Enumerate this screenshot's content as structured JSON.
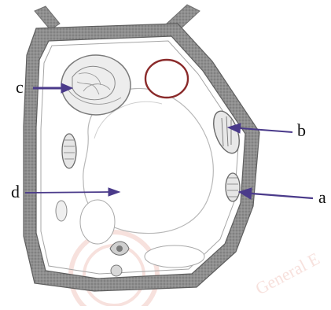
{
  "diagram": {
    "labels": {
      "a": "a",
      "b": "b",
      "c": "c",
      "d": "d"
    },
    "watermark_text": "General E",
    "colors": {
      "wall": "#8d8d8d",
      "wall_dark": "#6f6f6f",
      "membrane": "#9a9a9a",
      "arrow": "#4a3a8a",
      "vacuole_edge": "#b8b8b8",
      "organelle": "#7a7a7a",
      "red_body": "#8a2a2a",
      "watermark": "#f2c9c2"
    }
  }
}
